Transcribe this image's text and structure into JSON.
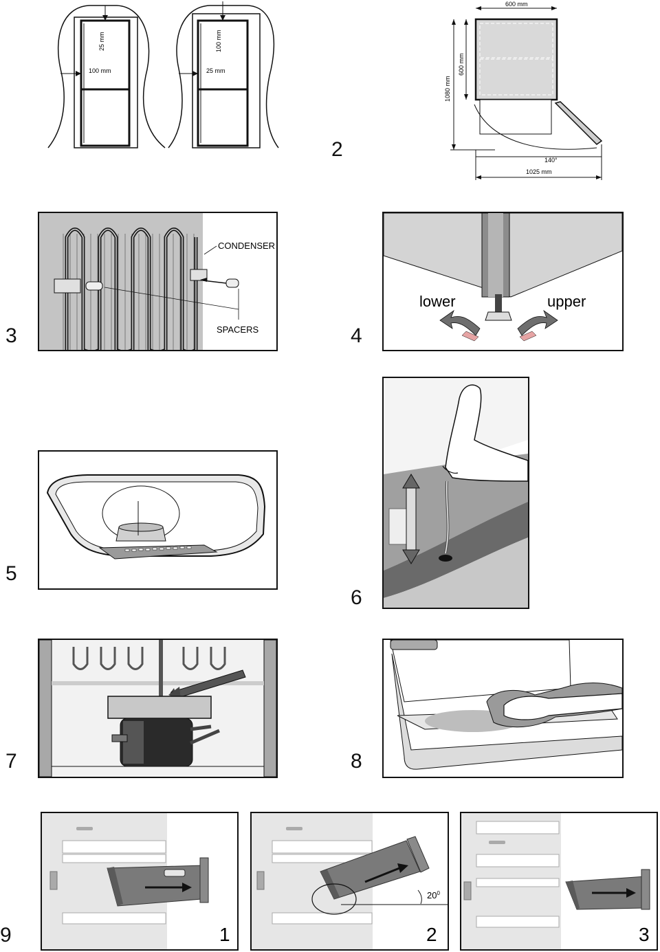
{
  "figures": {
    "fig1": {
      "gap_top_left": "25 mm",
      "gap_side_left": "100 mm",
      "gap_top_right": "100 mm",
      "gap_side_right": "25 mm"
    },
    "fig2": {
      "number": "2",
      "width_top": "600 mm",
      "depth_side": "600 mm",
      "height_total": "1080 mm",
      "door_angle": "140°",
      "depth_total": "1025 mm"
    },
    "fig3": {
      "number": "3",
      "label_condenser": "CONDENSER",
      "label_spacers": "SPACERS"
    },
    "fig4": {
      "number": "4",
      "label_lower": "lower",
      "label_upper": "upper"
    },
    "fig5": {
      "number": "5"
    },
    "fig6": {
      "number": "6"
    },
    "fig7": {
      "number": "7"
    },
    "fig8": {
      "number": "8"
    },
    "fig9": {
      "number": "9",
      "step1": "1",
      "step2": "2",
      "step3": "3",
      "angle": "20",
      "angle_unit": "0"
    }
  },
  "colors": {
    "line": "#111111",
    "panel_grey": "#c8c8c8",
    "dark_grey": "#6e6e6e",
    "light_grey": "#e3e3e3"
  }
}
